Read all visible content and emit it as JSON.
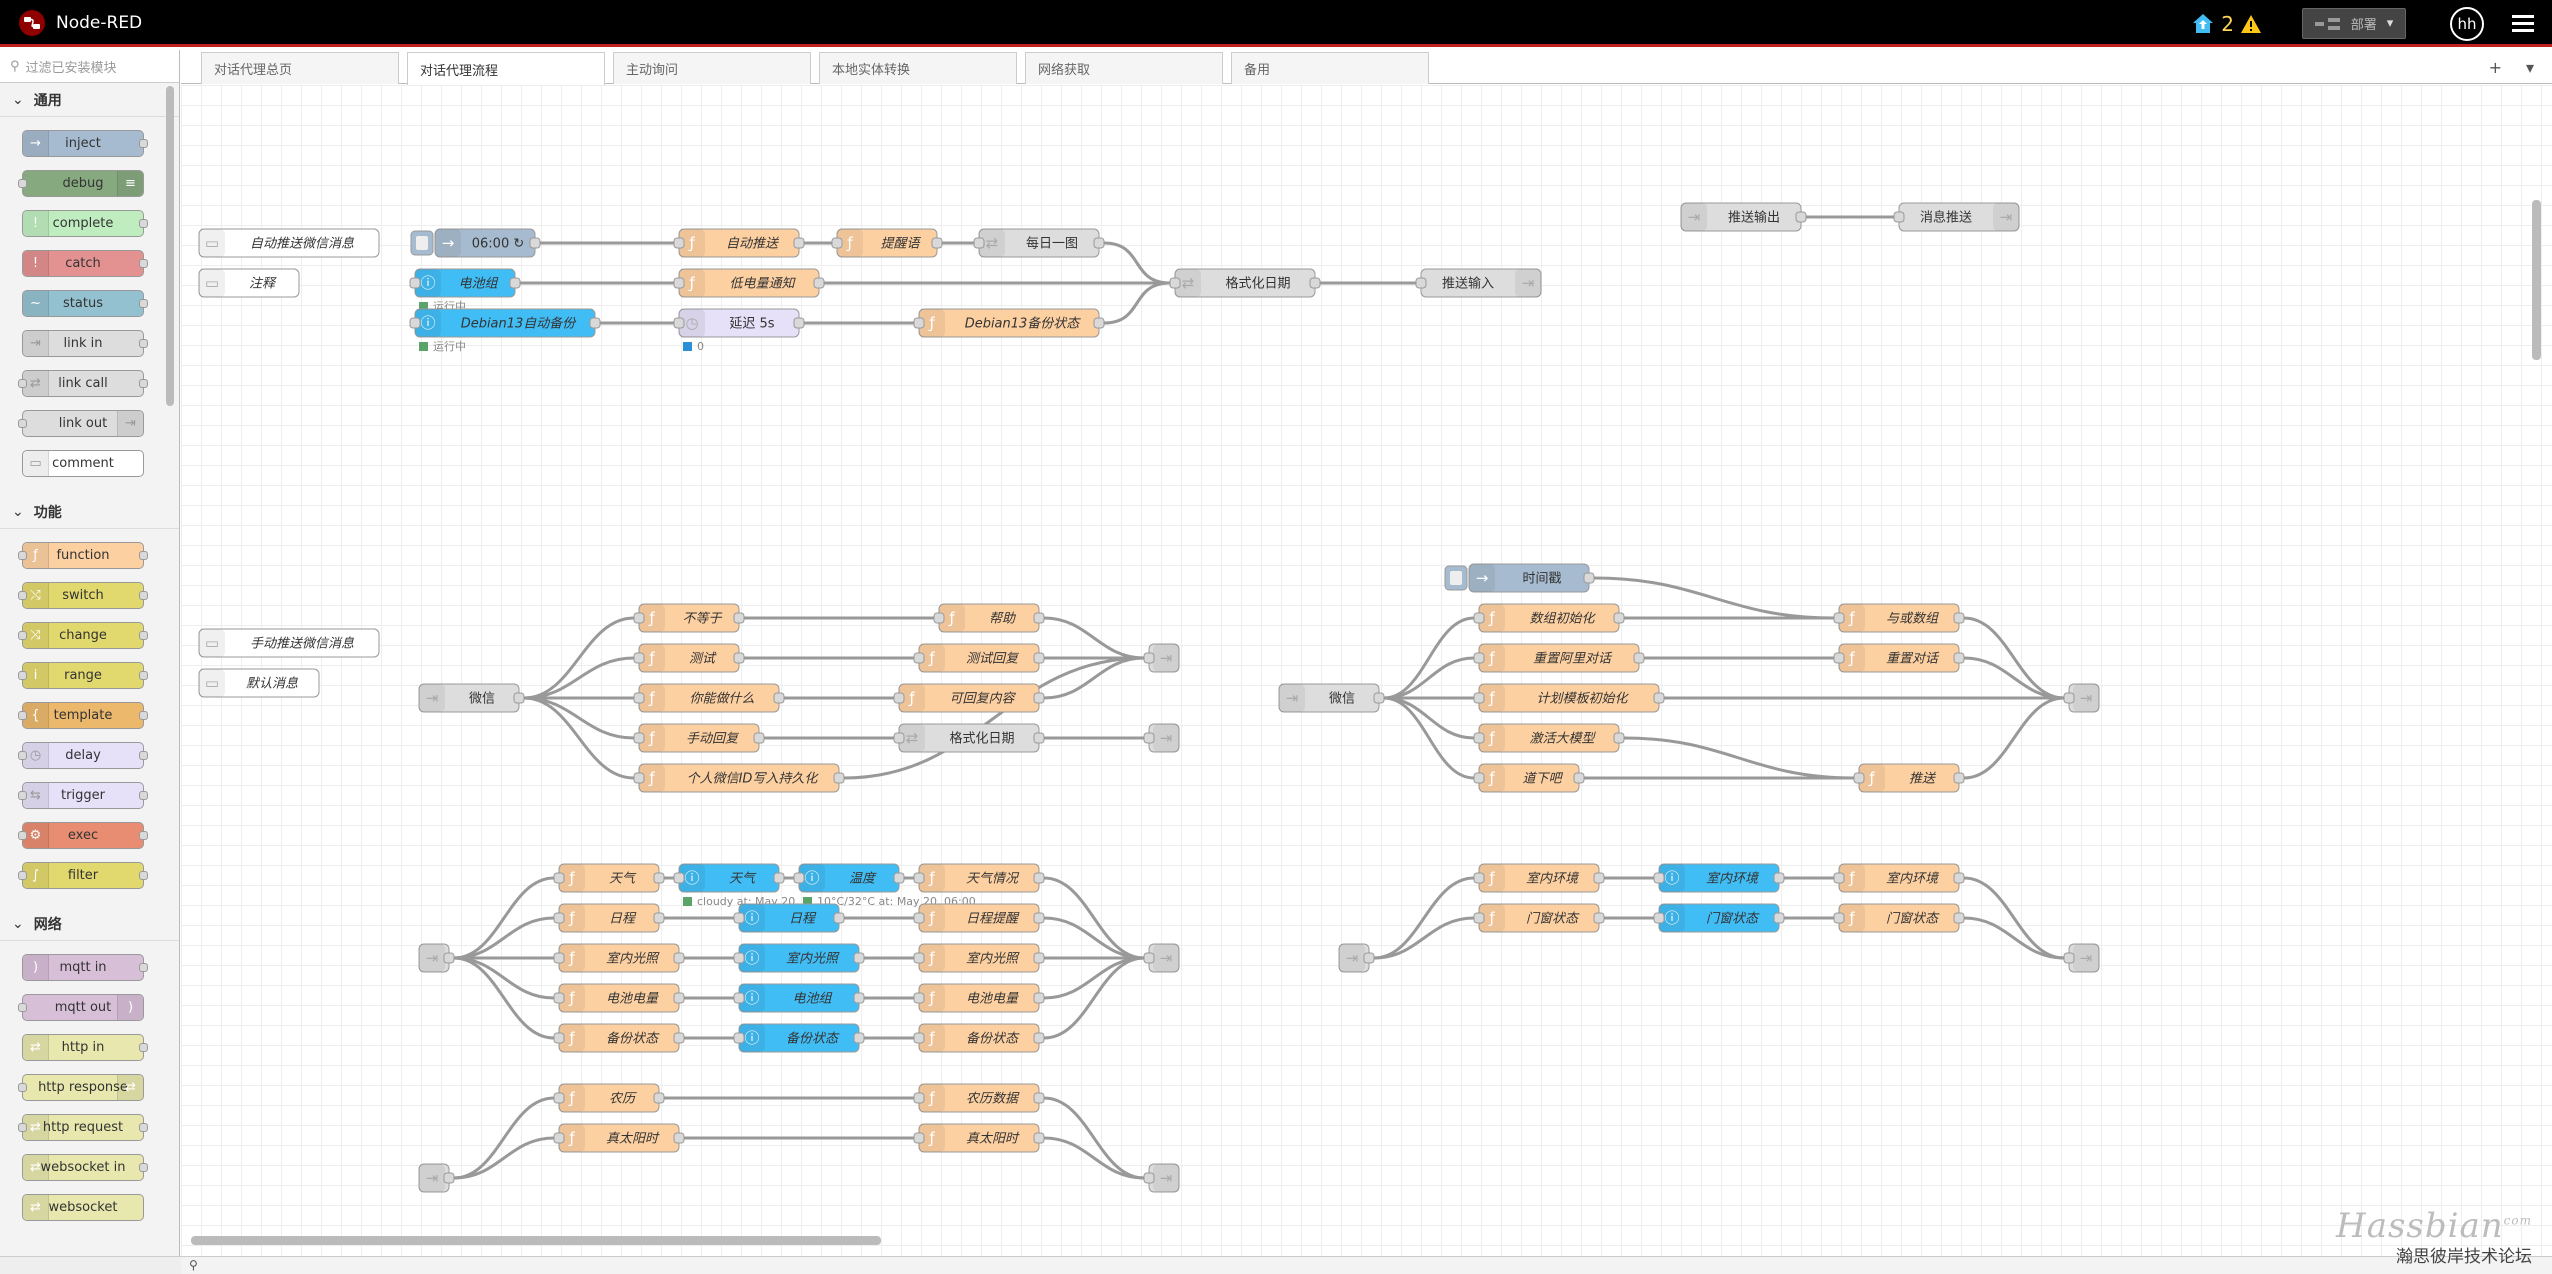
{
  "app": {
    "title": "Node-RED"
  },
  "header": {
    "notification_count": "2",
    "deploy_label": "部署",
    "user_initials": "hh"
  },
  "palette": {
    "search_placeholder": "过滤已安装模块",
    "categories": [
      {
        "label": "通用",
        "nodes": [
          {
            "label": "inject",
            "color": "#a6bbcf",
            "icon": "→",
            "align": "left",
            "ports": "out"
          },
          {
            "label": "debug",
            "color": "#87a980",
            "icon": "≡",
            "align": "right",
            "ports": "in"
          },
          {
            "label": "complete",
            "color": "#c0edc0",
            "icon": "!",
            "align": "left",
            "ports": "out"
          },
          {
            "label": "catch",
            "color": "#e49191",
            "icon": "!",
            "align": "left",
            "ports": "out"
          },
          {
            "label": "status",
            "color": "#94c1d0",
            "icon": "~",
            "align": "left",
            "ports": "out"
          },
          {
            "label": "link in",
            "color": "#dddddd",
            "icon": "⇥",
            "align": "left",
            "ports": "out"
          },
          {
            "label": "link call",
            "color": "#dddddd",
            "icon": "⇄",
            "align": "left",
            "ports": "both"
          },
          {
            "label": "link out",
            "color": "#dddddd",
            "icon": "⇥",
            "align": "right",
            "ports": "in"
          },
          {
            "label": "comment",
            "color": "#ffffff",
            "icon": "▭",
            "align": "left",
            "ports": "none"
          }
        ]
      },
      {
        "label": "功能",
        "nodes": [
          {
            "label": "function",
            "color": "#fdd0a2",
            "icon": "ƒ",
            "align": "left",
            "ports": "both"
          },
          {
            "label": "switch",
            "color": "#e2d96e",
            "icon": "⤭",
            "align": "left",
            "ports": "both"
          },
          {
            "label": "change",
            "color": "#e2d96e",
            "icon": "⤨",
            "align": "left",
            "ports": "both"
          },
          {
            "label": "range",
            "color": "#e2d96e",
            "icon": "i",
            "align": "left",
            "ports": "both"
          },
          {
            "label": "template",
            "color": "#ebb86c",
            "icon": "{",
            "align": "left",
            "ports": "both"
          },
          {
            "label": "delay",
            "color": "#e6e0f8",
            "icon": "◷",
            "align": "left",
            "ports": "both"
          },
          {
            "label": "trigger",
            "color": "#e6e0f8",
            "icon": "⇆",
            "align": "left",
            "ports": "both"
          },
          {
            "label": "exec",
            "color": "#e98d72",
            "icon": "⚙",
            "align": "left",
            "ports": "both"
          },
          {
            "label": "filter",
            "color": "#e2d96e",
            "icon": "∫",
            "align": "left",
            "ports": "both"
          }
        ]
      },
      {
        "label": "网络",
        "nodes": [
          {
            "label": "mqtt in",
            "color": "#d8bfd8",
            "icon": ")",
            "align": "left",
            "ports": "out"
          },
          {
            "label": "mqtt out",
            "color": "#d8bfd8",
            "icon": ")",
            "align": "right",
            "ports": "in"
          },
          {
            "label": "http in",
            "color": "#e7e7ae",
            "icon": "⇄",
            "align": "left",
            "ports": "out"
          },
          {
            "label": "http response",
            "color": "#e7e7ae",
            "icon": "⇄",
            "align": "right",
            "ports": "in"
          },
          {
            "label": "http request",
            "color": "#e7e7ae",
            "icon": "⇄",
            "align": "left",
            "ports": "both"
          },
          {
            "label": "websocket in",
            "color": "#e7e7ae",
            "icon": "⇄",
            "align": "left",
            "ports": "out"
          },
          {
            "label": "websocket",
            "color": "#e7e7ae",
            "icon": "⇄",
            "align": "left",
            "ports": "none"
          }
        ]
      }
    ]
  },
  "tabs": [
    {
      "label": "对话代理总页",
      "active": false
    },
    {
      "label": "对话代理流程",
      "active": true
    },
    {
      "label": "主动询问",
      "active": false
    },
    {
      "label": "本地实体转换",
      "active": false
    },
    {
      "label": "网络获取",
      "active": false
    },
    {
      "label": "备用",
      "active": false
    }
  ],
  "tab_tools": {
    "add_icon": "+",
    "menu_icon": "▾"
  },
  "colors": {
    "function": "#fdd0a2",
    "inject": "#a6bbcf",
    "ha": "#41bdf5",
    "link": "#dddddd",
    "delay": "#e6e0f8",
    "comment": "#ffffff",
    "wire": "#999999"
  },
  "flow": {
    "nodes": [
      {
        "id": "c1",
        "type": "comment",
        "label": "自动推送微信消息"
      },
      {
        "id": "c2",
        "type": "comment",
        "label": "注释"
      },
      {
        "id": "c3",
        "type": "comment",
        "label": "手动推送微信消息"
      },
      {
        "id": "c4",
        "type": "comment",
        "label": "默认消息"
      },
      {
        "id": "i1",
        "type": "inject",
        "label": "06:00 ↻",
        "button": true
      },
      {
        "id": "f1",
        "type": "function",
        "label": "自动推送"
      },
      {
        "id": "f2",
        "type": "function",
        "label": "提醒语"
      },
      {
        "id": "l1",
        "type": "link-call",
        "label": "每日一图"
      },
      {
        "id": "l2",
        "type": "link-call",
        "label": "格式化日期"
      },
      {
        "id": "lo1",
        "type": "link-out",
        "label": "推送输入"
      },
      {
        "id": "h1",
        "type": "ha",
        "label": "电池组",
        "status": "运行中"
      },
      {
        "id": "f3",
        "type": "function",
        "label": "低电量通知"
      },
      {
        "id": "h2",
        "type": "ha",
        "label": "Debian13自动备份",
        "status": "运行中"
      },
      {
        "id": "d1",
        "type": "delay",
        "label": "延迟 5s",
        "status": "0"
      },
      {
        "id": "f4",
        "type": "function",
        "label": "Debian13备份状态"
      },
      {
        "id": "li1",
        "type": "link-in",
        "label": "推送输出"
      },
      {
        "id": "lo2",
        "type": "link-out",
        "label": "消息推送"
      },
      {
        "id": "li2",
        "type": "link-in",
        "label": "微信"
      },
      {
        "id": "f5",
        "type": "function",
        "label": "不等于"
      },
      {
        "id": "f6",
        "type": "function",
        "label": "测试"
      },
      {
        "id": "f7",
        "type": "function",
        "label": "你能做什么"
      },
      {
        "id": "f8",
        "type": "function",
        "label": "手动回复"
      },
      {
        "id": "f9",
        "type": "function",
        "label": "个人微信ID写入持久化"
      },
      {
        "id": "f10",
        "type": "function",
        "label": "帮助"
      },
      {
        "id": "f11",
        "type": "function",
        "label": "测试回复"
      },
      {
        "id": "f12",
        "type": "function",
        "label": "可回复内容"
      },
      {
        "id": "l3",
        "type": "link-call",
        "label": "格式化日期"
      },
      {
        "id": "lo3",
        "type": "link-out",
        "label": ""
      },
      {
        "id": "lo4",
        "type": "link-out",
        "label": ""
      },
      {
        "id": "li3",
        "type": "link-in",
        "label": "微信"
      },
      {
        "id": "i2",
        "type": "inject",
        "label": "时间戳",
        "button": true
      },
      {
        "id": "f13",
        "type": "function",
        "label": "数组初始化"
      },
      {
        "id": "f14",
        "type": "function",
        "label": "重置阿里对话"
      },
      {
        "id": "f15",
        "type": "function",
        "label": "计划模板初始化"
      },
      {
        "id": "f16",
        "type": "function",
        "label": "激活大模型"
      },
      {
        "id": "f17",
        "type": "function",
        "label": "道下吧"
      },
      {
        "id": "f18",
        "type": "function",
        "label": "与或数组"
      },
      {
        "id": "f19",
        "type": "function",
        "label": "重置对话"
      },
      {
        "id": "f20",
        "type": "function",
        "label": "推送"
      },
      {
        "id": "lo5",
        "type": "link-out",
        "label": ""
      },
      {
        "id": "li4",
        "type": "link-in",
        "label": ""
      },
      {
        "id": "f21",
        "type": "function",
        "label": "天气"
      },
      {
        "id": "f22",
        "type": "function",
        "label": "日程"
      },
      {
        "id": "f23",
        "type": "function",
        "label": "室内光照"
      },
      {
        "id": "f24",
        "type": "function",
        "label": "电池电量"
      },
      {
        "id": "f25",
        "type": "function",
        "label": "备份状态"
      },
      {
        "id": "h3",
        "type": "ha",
        "label": "天气",
        "status": "cloudy at: May 20, ..."
      },
      {
        "id": "h4",
        "type": "ha",
        "label": "温度",
        "status": "10°C/32°C at: May 20, 06:00"
      },
      {
        "id": "h5",
        "type": "ha",
        "label": "日程"
      },
      {
        "id": "h6",
        "type": "ha",
        "label": "室内光照"
      },
      {
        "id": "h7",
        "type": "ha",
        "label": "电池组"
      },
      {
        "id": "h8",
        "type": "ha",
        "label": "备份状态"
      },
      {
        "id": "f26",
        "type": "function",
        "label": "天气情况"
      },
      {
        "id": "f27",
        "type": "function",
        "label": "日程提醒"
      },
      {
        "id": "f28",
        "type": "function",
        "label": "室内光照"
      },
      {
        "id": "f29",
        "type": "function",
        "label": "电池电量"
      },
      {
        "id": "f30",
        "type": "function",
        "label": "备份状态"
      },
      {
        "id": "lo6",
        "type": "link-out",
        "label": ""
      },
      {
        "id": "li5",
        "type": "link-in",
        "label": ""
      },
      {
        "id": "f31",
        "type": "function",
        "label": "农历"
      },
      {
        "id": "f32",
        "type": "function",
        "label": "真太阳时"
      },
      {
        "id": "f33",
        "type": "function",
        "label": "农历数据"
      },
      {
        "id": "f34",
        "type": "function",
        "label": "真太阳时"
      },
      {
        "id": "lo7",
        "type": "link-out",
        "label": ""
      },
      {
        "id": "li6",
        "type": "link-in",
        "label": ""
      },
      {
        "id": "f35",
        "type": "function",
        "label": "室内环境"
      },
      {
        "id": "f36",
        "type": "function",
        "label": "门窗状态"
      },
      {
        "id": "h9",
        "type": "ha",
        "label": "室内环境"
      },
      {
        "id": "h10",
        "type": "ha",
        "label": "门窗状态"
      },
      {
        "id": "f37",
        "type": "function",
        "label": "室内环境"
      },
      {
        "id": "f38",
        "type": "function",
        "label": "门窗状态"
      },
      {
        "id": "lo8",
        "type": "link-out",
        "label": ""
      }
    ],
    "wires": [
      [
        "i1",
        "f1"
      ],
      [
        "f1",
        "f2"
      ],
      [
        "f2",
        "l1"
      ],
      [
        "l1",
        "l2"
      ],
      [
        "l2",
        "lo1"
      ],
      [
        "h1",
        "f3"
      ],
      [
        "f3",
        "l2"
      ],
      [
        "h1",
        "l2"
      ],
      [
        "h2",
        "d1"
      ],
      [
        "d1",
        "f4"
      ],
      [
        "f4",
        "l2"
      ],
      [
        "li1",
        "lo2"
      ],
      [
        "li2",
        "f5"
      ],
      [
        "li2",
        "f6"
      ],
      [
        "li2",
        "f7"
      ],
      [
        "li2",
        "f8"
      ],
      [
        "li2",
        "f9"
      ],
      [
        "f5",
        "f10"
      ],
      [
        "f6",
        "f11"
      ],
      [
        "f7",
        "f12"
      ],
      [
        "f8",
        "l3"
      ],
      [
        "f10",
        "lo3"
      ],
      [
        "f11",
        "lo3"
      ],
      [
        "f12",
        "lo3"
      ],
      [
        "l3",
        "lo4"
      ],
      [
        "f9",
        "lo3"
      ],
      [
        "li3",
        "f13"
      ],
      [
        "li3",
        "f14"
      ],
      [
        "li3",
        "f15"
      ],
      [
        "li3",
        "f16"
      ],
      [
        "li3",
        "f17"
      ],
      [
        "i2",
        "f18"
      ],
      [
        "f13",
        "f18"
      ],
      [
        "f14",
        "f19"
      ],
      [
        "f16",
        "f20"
      ],
      [
        "f17",
        "f20"
      ],
      [
        "f18",
        "lo5"
      ],
      [
        "f19",
        "lo5"
      ],
      [
        "f20",
        "lo5"
      ],
      [
        "f15",
        "lo5"
      ],
      [
        "li4",
        "f21"
      ],
      [
        "li4",
        "f22"
      ],
      [
        "li4",
        "f23"
      ],
      [
        "li4",
        "f24"
      ],
      [
        "li4",
        "f25"
      ],
      [
        "f21",
        "h3"
      ],
      [
        "h3",
        "h4"
      ],
      [
        "h4",
        "f26"
      ],
      [
        "f22",
        "h5"
      ],
      [
        "h5",
        "f27"
      ],
      [
        "f23",
        "h6"
      ],
      [
        "h6",
        "f28"
      ],
      [
        "f24",
        "h7"
      ],
      [
        "h7",
        "f29"
      ],
      [
        "f25",
        "h8"
      ],
      [
        "h8",
        "f30"
      ],
      [
        "f26",
        "lo6"
      ],
      [
        "f27",
        "lo6"
      ],
      [
        "f28",
        "lo6"
      ],
      [
        "f29",
        "lo6"
      ],
      [
        "f30",
        "lo6"
      ],
      [
        "li5",
        "f31"
      ],
      [
        "li5",
        "f32"
      ],
      [
        "f31",
        "f33"
      ],
      [
        "f32",
        "f34"
      ],
      [
        "f33",
        "lo7"
      ],
      [
        "f34",
        "lo7"
      ],
      [
        "li6",
        "f35"
      ],
      [
        "li6",
        "f36"
      ],
      [
        "f35",
        "h9"
      ],
      [
        "f36",
        "h10"
      ],
      [
        "h9",
        "f37"
      ],
      [
        "h10",
        "f38"
      ],
      [
        "f37",
        "lo8"
      ],
      [
        "f38",
        "lo8"
      ]
    ]
  },
  "watermark": {
    "brand": "Hassbian",
    "brand_suffix": "com",
    "subtitle": "瀚思彼岸技术论坛"
  }
}
